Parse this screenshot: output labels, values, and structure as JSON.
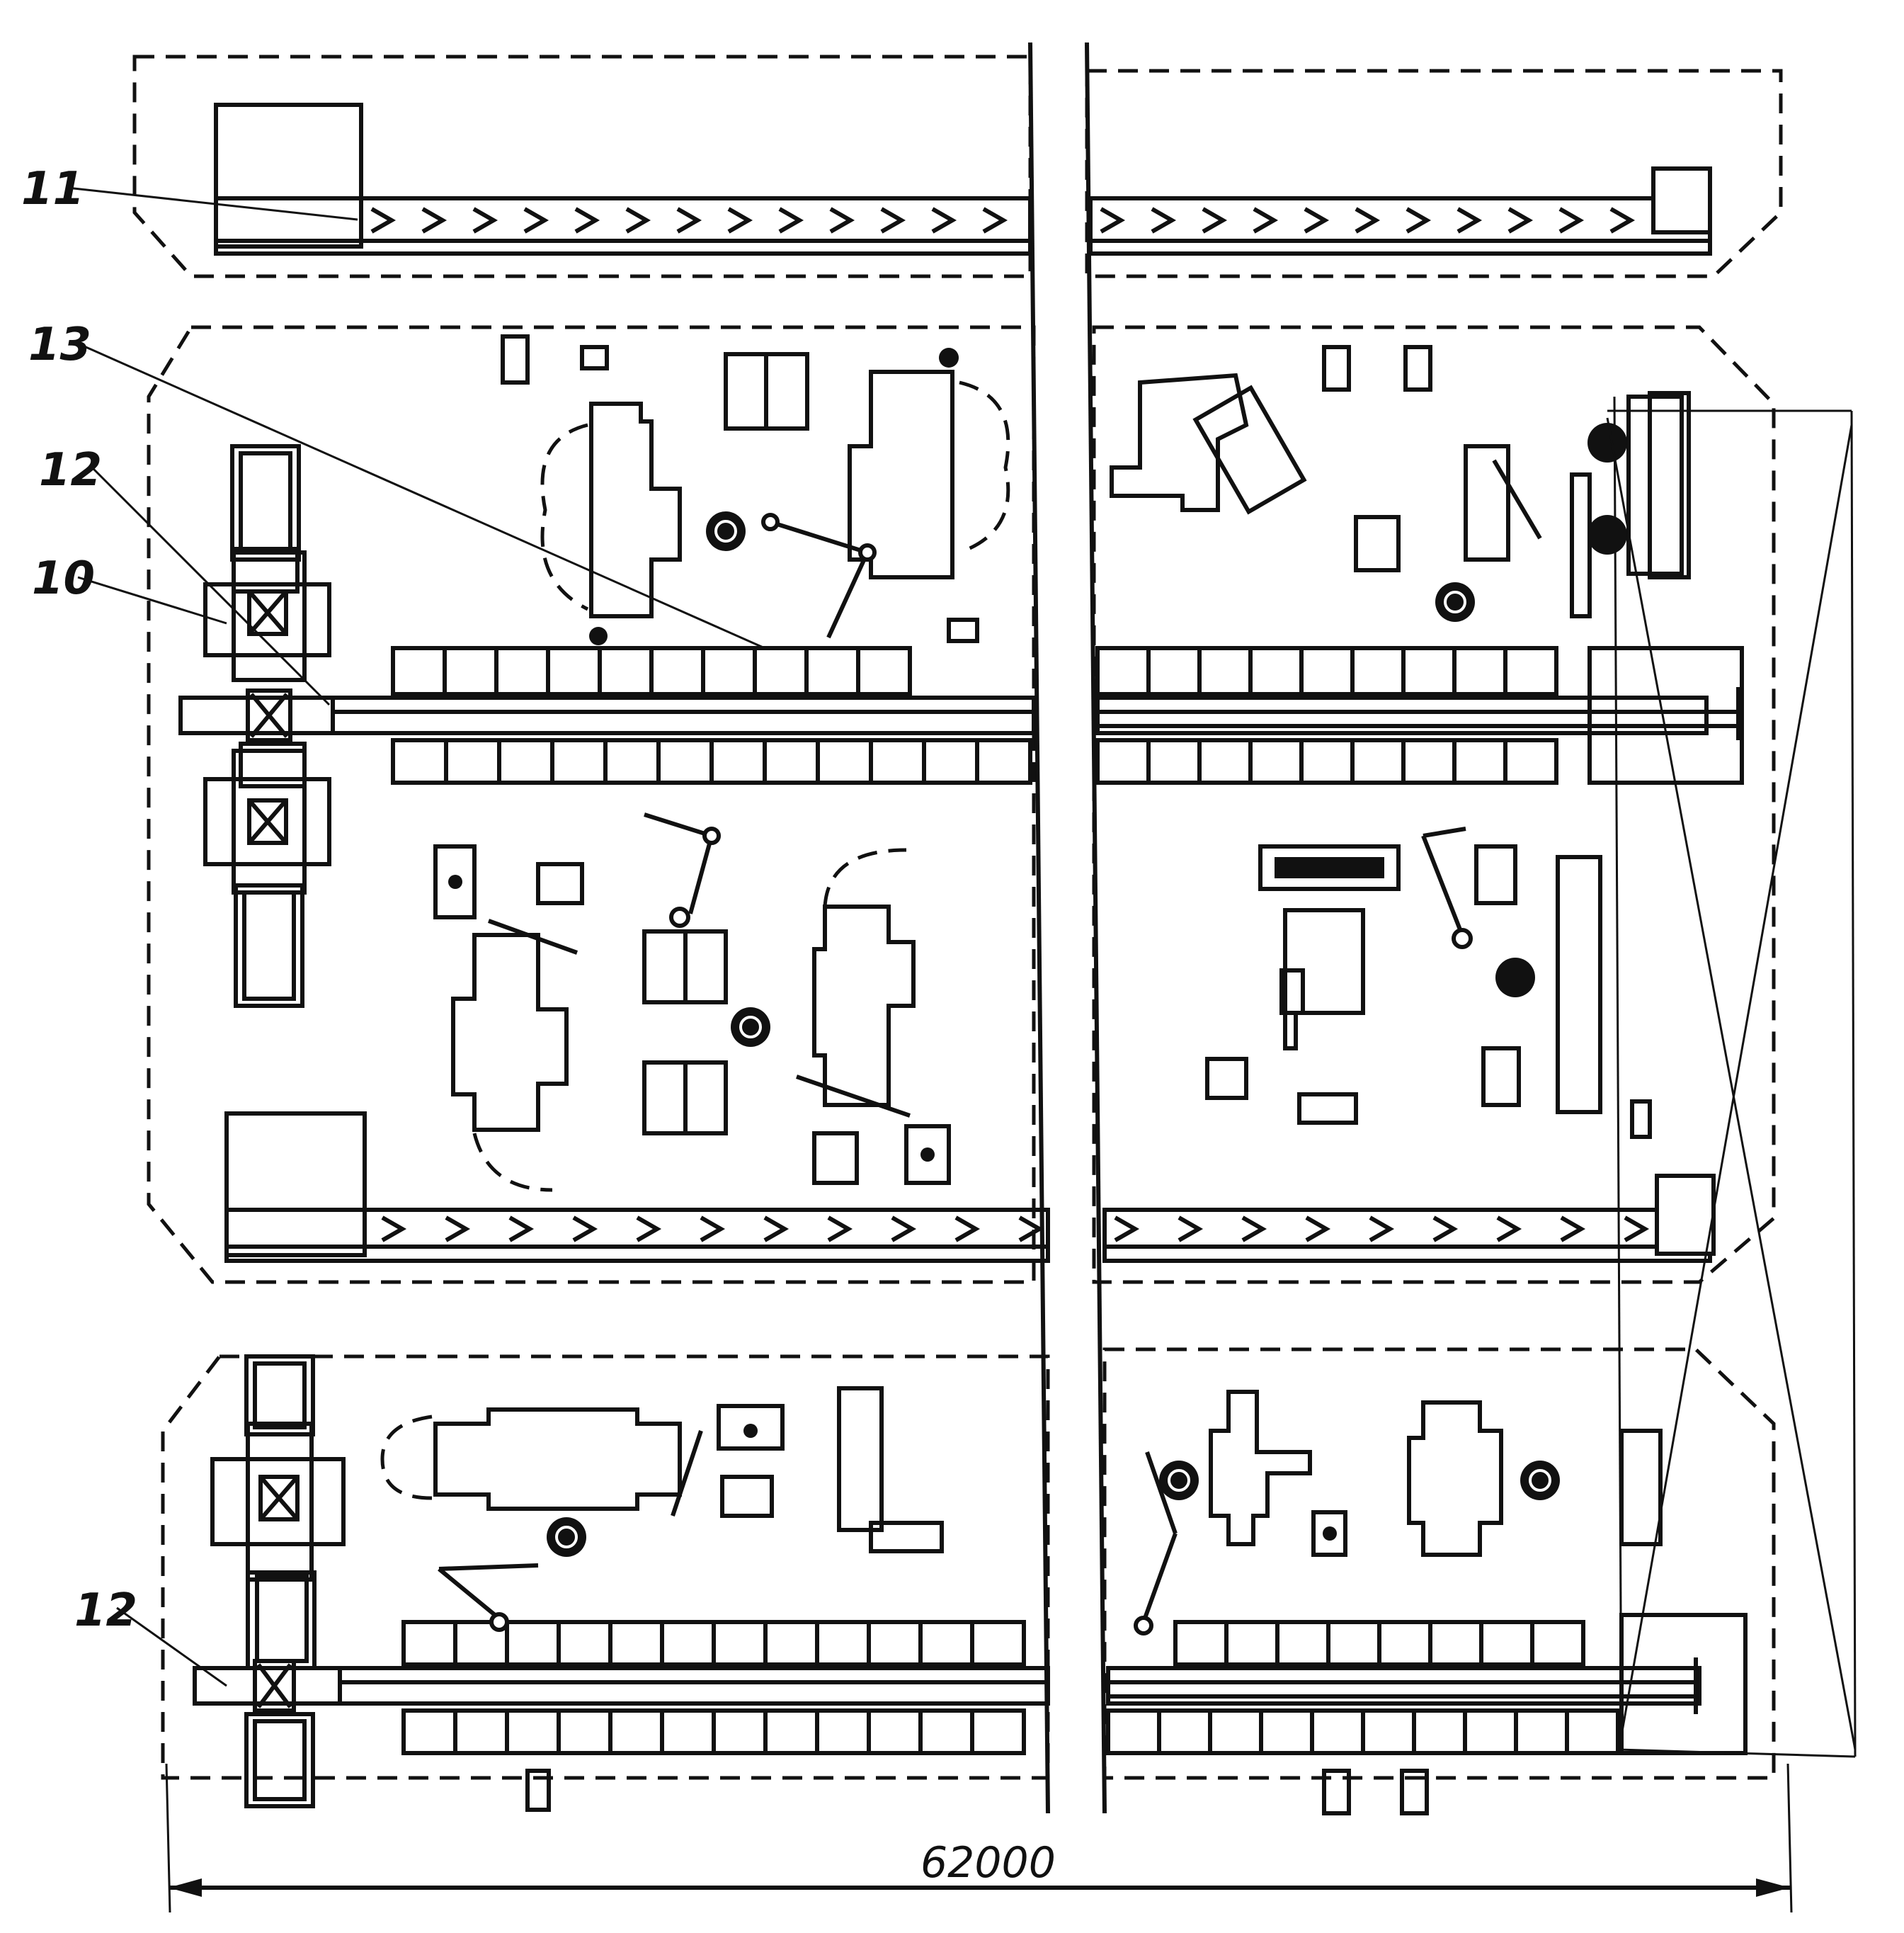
{
  "labels": {
    "l11": "11",
    "l13": "13",
    "l12a": "12",
    "l10": "10",
    "l12b": "12"
  },
  "dimension": {
    "width_value": "62000"
  }
}
